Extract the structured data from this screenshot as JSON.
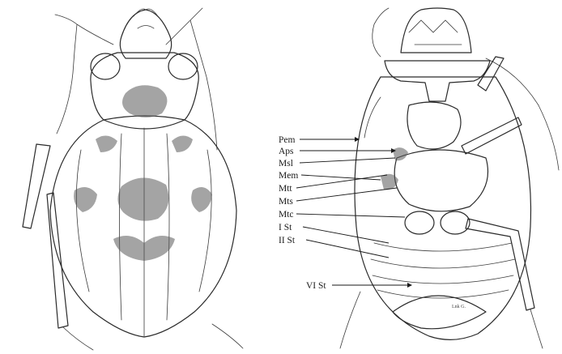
{
  "figure": {
    "ventral_labels": [
      {
        "id": "pem",
        "text": "Pem"
      },
      {
        "id": "aps",
        "text": "Aps"
      },
      {
        "id": "msl",
        "text": "Msl"
      },
      {
        "id": "mem",
        "text": "Mem"
      },
      {
        "id": "mtt",
        "text": "Mtt"
      },
      {
        "id": "mts",
        "text": "Mts"
      },
      {
        "id": "mtc",
        "text": "Mtc"
      },
      {
        "id": "st1",
        "text": "I St"
      },
      {
        "id": "st2",
        "text": "II St"
      },
      {
        "id": "st6",
        "text": "VI St"
      }
    ],
    "artist_mark": "Lnk G."
  }
}
